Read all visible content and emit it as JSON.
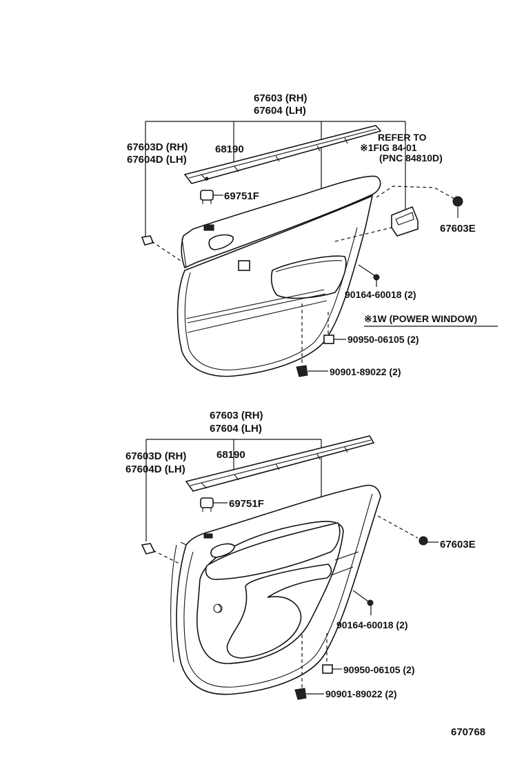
{
  "top": {
    "label_67603_rh": "67603 (RH)",
    "label_67604_lh": "67604 (LH)",
    "label_67603d_rh": "67603D (RH)",
    "label_67604d_lh": "67604D (LH)",
    "label_68190": "68190",
    "label_69751f": "69751F",
    "label_67603e": "67603E",
    "label_screw": "90164-60018 (2)",
    "label_clip_a": "90950-06105 (2)",
    "label_clip_b": "90901-89022 (2)",
    "refer_line1": "REFER TO",
    "refer_line2": "※1FIG 84-01",
    "refer_line3": "(PNC 84810D)",
    "note_power_window": "※1W (POWER WINDOW)"
  },
  "bottom": {
    "label_67603_rh": "67603 (RH)",
    "label_67604_lh": "67604 (LH)",
    "label_67603d_rh": "67603D (RH)",
    "label_67604d_lh": "67604D (LH)",
    "label_68190": "68190",
    "label_69751f": "69751F",
    "label_67603e": "67603E",
    "label_screw": "90164-60018 (2)",
    "label_clip_a": "90950-06105 (2)",
    "label_clip_b": "90901-89022 (2)"
  },
  "figure_number": "670768"
}
